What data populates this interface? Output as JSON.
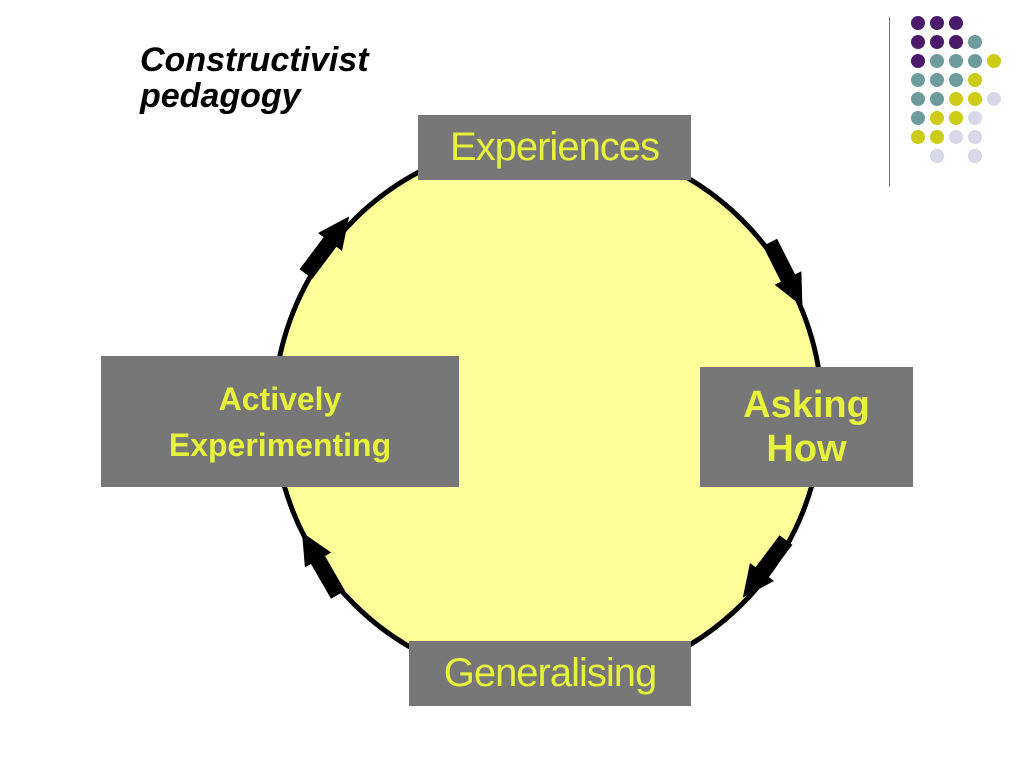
{
  "slide": {
    "title_lines": [
      "Constructivist",
      "pedagogy"
    ]
  },
  "diagram": {
    "circle_fill": "#ffff99",
    "box_fill": "#777777",
    "text_color": "#e6f23c",
    "arrow_color": "#000000",
    "nodes": {
      "experiences": "Experiences",
      "asking_how": [
        "Asking",
        "How"
      ],
      "generalising": "Generalising",
      "actively_experimenting": [
        "Actively",
        "Experimenting"
      ]
    }
  },
  "decoration": {
    "dot_colors": {
      "purple": "#4b1a6b",
      "teal": "#6e9c9c",
      "olive": "#cccc19",
      "lavender": "#d8d8e8"
    }
  }
}
